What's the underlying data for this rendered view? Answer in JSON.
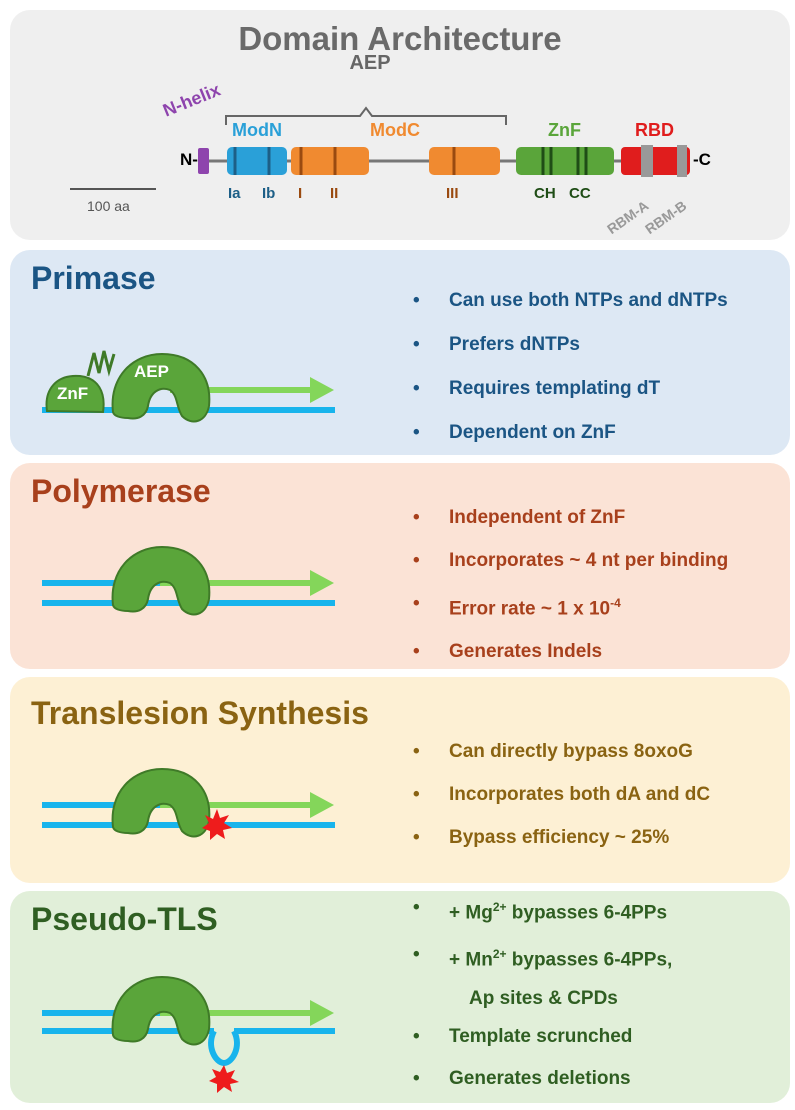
{
  "domain": {
    "title": "Domain Architecture",
    "aep_label": "AEP",
    "nhelix_label": "N-helix",
    "n_term": "N-",
    "c_term": "-C",
    "modn_label": "ModN",
    "modc_label": "ModC",
    "znf_label": "ZnF",
    "rbd_label": "RBD",
    "motif_ia": "Ia",
    "motif_ib": "Ib",
    "motif_i": "I",
    "motif_ii": "II",
    "motif_iii": "III",
    "motif_ch": "CH",
    "motif_cc": "CC",
    "rbm_a": "RBM-A",
    "rbm_b": "RBM-B",
    "scale_label": "100 aa",
    "colors": {
      "nhelix": "#8e44ad",
      "modn": "#2aa0d8",
      "modc": "#f08a30",
      "znf": "#5aa53a",
      "rbd": "#e01d1d",
      "rbm": "#999999"
    }
  },
  "primase": {
    "title": "Primase",
    "color": "#1b5584",
    "znf_label": "ZnF",
    "aep_label": "AEP",
    "bullet": "•",
    "bullets": [
      "Can use both NTPs and dNTPs",
      "Prefers dNTPs",
      "Requires templating dT",
      "Dependent on ZnF"
    ]
  },
  "polymerase": {
    "title": "Polymerase",
    "color": "#a8401c",
    "bullet": "•",
    "b1": "Independent of ZnF",
    "b2": "Incorporates ~ 4 nt per binding",
    "b3_pre": "Error rate  ~ 1 x 10",
    "b3_sup": "-4",
    "b4": "Generates Indels"
  },
  "tls": {
    "title": "Translesion Synthesis",
    "color": "#8a6312",
    "bullet": "•",
    "bullets": [
      "Can directly bypass 8oxoG",
      "Incorporates both dA and dC",
      "Bypass efficiency ~ 25%"
    ]
  },
  "pseudo": {
    "title": "Pseudo-TLS",
    "color": "#2f5e22",
    "bullet": "•",
    "b1_pre": "+ Mg",
    "b1_sup": "2+",
    "b1_post": " bypasses 6-4PPs",
    "b2_pre": "+ Mn",
    "b2_sup": "2+",
    "b2_post": " bypasses 6-4PPs,",
    "b2_cont": "Ap sites & CPDs",
    "b3": "Template scrunched",
    "b4": "Generates deletions"
  },
  "palette": {
    "dna": "#18b4ec",
    "primer": "#84d65a",
    "protein": "#5aa53a",
    "lesion": "#ee1c1c"
  }
}
